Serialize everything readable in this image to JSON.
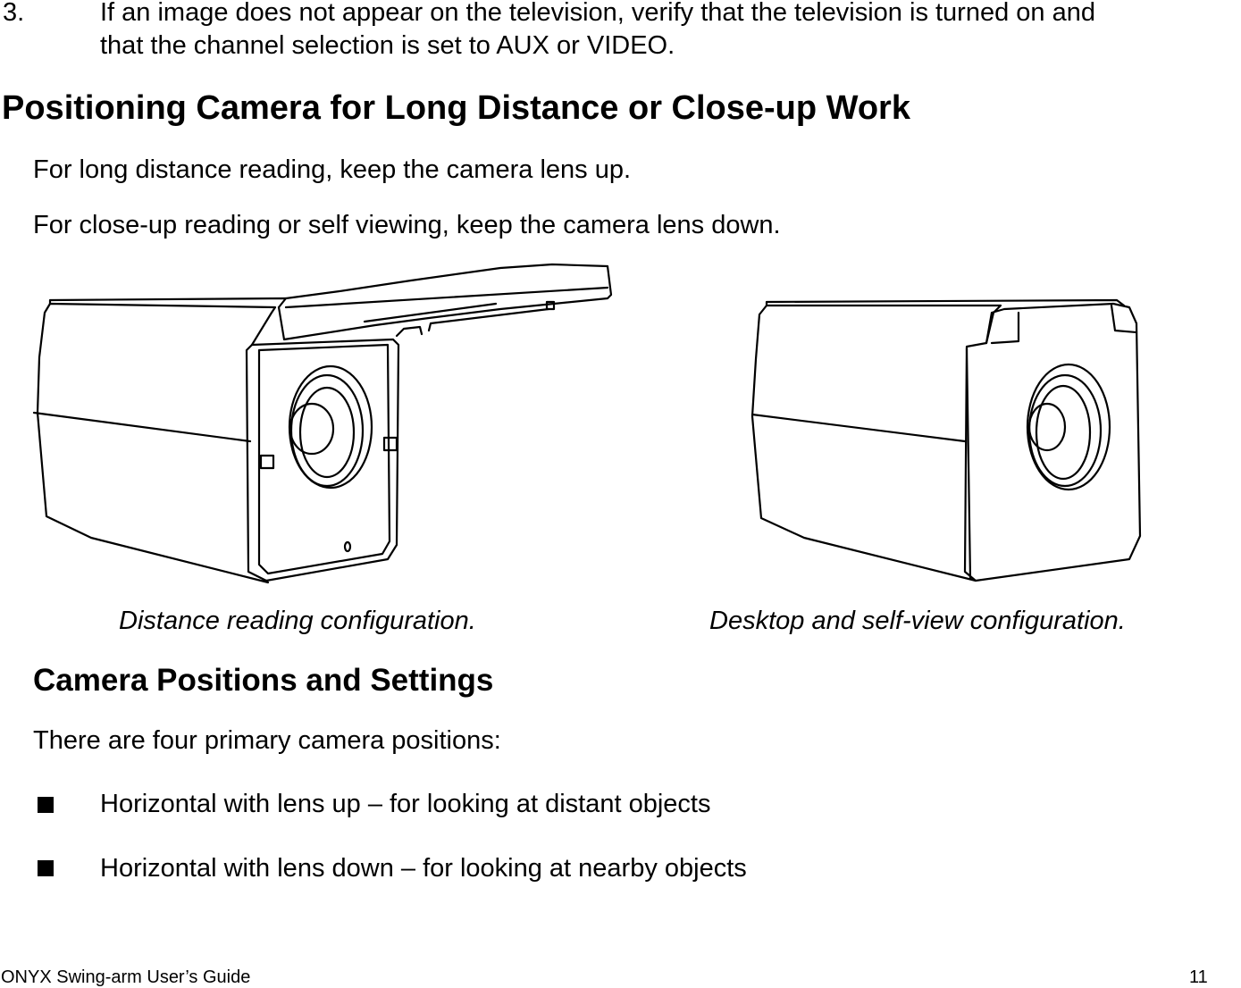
{
  "step3": {
    "number": "3.",
    "line1": "If an image does not appear on the television, verify that the television is turned on and",
    "line2": "that the channel selection is set to AUX or VIDEO."
  },
  "section1": {
    "heading": "Positioning Camera for Long Distance or Close-up Work",
    "para1": "For long distance reading, keep the camera lens up.",
    "para2": "For close-up reading or self viewing, keep the camera lens down."
  },
  "figures": {
    "left_caption": "Distance reading configuration.",
    "right_caption": "Desktop and self-view configuration."
  },
  "section2": {
    "heading": "Camera Positions and Settings",
    "intro": "There are four primary camera positions:",
    "bullets": [
      "Horizontal with lens up – for looking at distant objects",
      "Horizontal with lens down – for looking at nearby objects"
    ]
  },
  "footer": {
    "title": "ONYX Swing-arm User’s Guide",
    "page": "11"
  }
}
